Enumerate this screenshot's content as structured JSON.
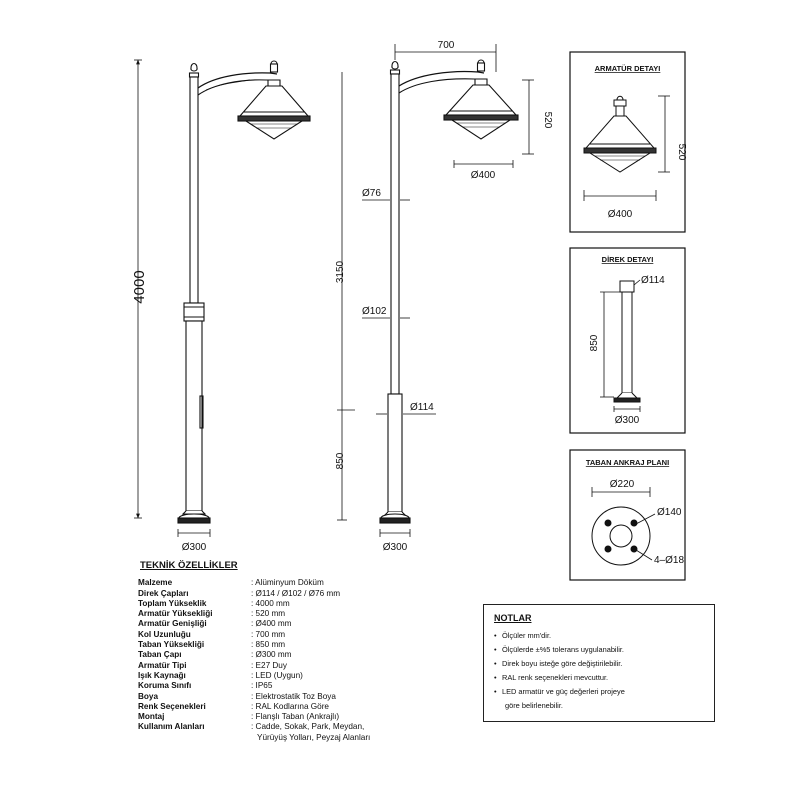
{
  "dimensions": {
    "total_height": "4000",
    "base_dia": "Ø300",
    "arm_length": "700",
    "luminaire_height": "520",
    "luminaire_dia": "Ø400",
    "upper_pole_dia": "Ø76",
    "middle_pole_dia": "Ø102",
    "lower_pole_dia": "Ø114",
    "pole_height": "3150",
    "base_height": "850"
  },
  "detail_boxes": {
    "armature": {
      "title": "ARMATÜR DETAYI",
      "height": "520",
      "dia": "Ø400"
    },
    "pole": {
      "title": "DİREK DETAYI",
      "dia": "Ø114",
      "height": "850",
      "base_dia": "Ø300"
    },
    "anchor": {
      "title": "TABAN ANKRAJ PLANI",
      "outer": "Ø220",
      "inner": "Ø140",
      "holes": "4–Ø18"
    }
  },
  "specs": {
    "title": "TEKNİK ÖZELLİKLER",
    "rows": [
      {
        "label": "Malzeme",
        "value": ": Alüminyum Döküm"
      },
      {
        "label": "Direk Çapları",
        "value": ": Ø114 / Ø102 / Ø76 mm"
      },
      {
        "label": "Toplam Yükseklik",
        "value": ": 4000 mm"
      },
      {
        "label": "Armatür Yüksekliği",
        "value": ": 520 mm"
      },
      {
        "label": "Armatür Genişliği",
        "value": ": Ø400 mm"
      },
      {
        "label": "Kol Uzunluğu",
        "value": ": 700 mm"
      },
      {
        "label": "Taban Yüksekliği",
        "value": ": 850 mm"
      },
      {
        "label": "Taban Çapı",
        "value": ": Ø300 mm"
      },
      {
        "label": "Armatür Tipi",
        "value": ": E27 Duy"
      },
      {
        "label": "Işık Kaynağı",
        "value": ": LED (Uygun)"
      },
      {
        "label": "Koruma Sınıfı",
        "value": ": IP65"
      },
      {
        "label": "Boya",
        "value": ": Elektrostatik Toz Boya"
      },
      {
        "label": "Renk Seçenekleri",
        "value": ": RAL Kodlarına Göre"
      },
      {
        "label": "Montaj",
        "value": ": Flanşlı Taban (Ankrajlı)"
      },
      {
        "label": "Kullanım Alanları",
        "value": ": Cadde, Sokak, Park, Meydan,",
        "value2": "Yürüyüş Yolları, Peyzaj Alanları"
      }
    ]
  },
  "notes": {
    "title": "NOTLAR",
    "items": [
      {
        "text": "Ölçüler mm'dir."
      },
      {
        "text": "Ölçülerde ±%5 tolerans uygulanabilir."
      },
      {
        "text": "Direk boyu isteğe göre değiştirilebilir."
      },
      {
        "text": "RAL renk seçenekleri mevcuttur."
      },
      {
        "text": "LED armatür ve güç değerleri projeye",
        "text2": "göre belirlenebilir."
      }
    ]
  }
}
